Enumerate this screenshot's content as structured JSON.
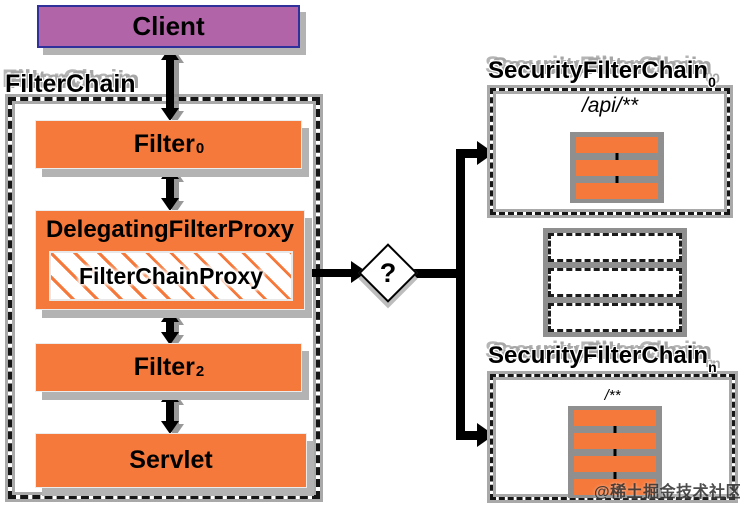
{
  "colors": {
    "orange": "#f5793b",
    "purple": "#b164a8",
    "purple-border": "#31319c",
    "shadow-gray": "#b3b3b3"
  },
  "client": {
    "label": "Client"
  },
  "filter_chain": {
    "label": "FilterChain",
    "filter0": {
      "name": "Filter",
      "subscript": "0"
    },
    "delegating_filter_proxy": {
      "name": "DelegatingFilterProxy"
    },
    "filter_chain_proxy": {
      "name": "FilterChainProxy"
    },
    "filter2": {
      "name": "Filter",
      "subscript": "2"
    },
    "servlet": {
      "name": "Servlet"
    }
  },
  "decision": {
    "label": "?"
  },
  "security_filter_chain_0": {
    "title": "SecurityFilterChain",
    "subscript": "0",
    "url_pattern": "/api/**",
    "filter_count": 3
  },
  "more_chains_placeholder": {
    "count": 3
  },
  "security_filter_chain_n": {
    "title": "SecurityFilterChain",
    "subscript": "n",
    "url_pattern": "/**",
    "filter_count": 4
  },
  "watermark": {
    "text": "@稀土掘金技术社区"
  }
}
